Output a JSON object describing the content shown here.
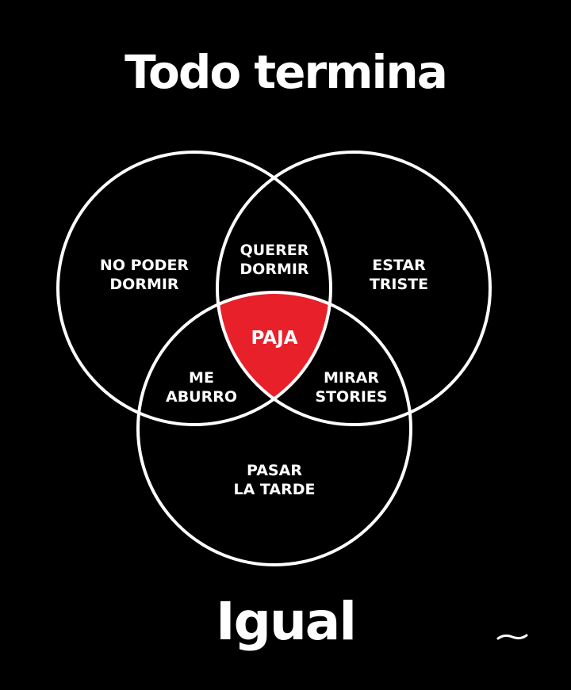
{
  "title": "Todo termina",
  "footer": "Igual",
  "colors": {
    "background": "#000000",
    "stroke": "#ffffff",
    "highlight": "#e8202a"
  },
  "regions": {
    "left_only": [
      "NO PODER",
      "DORMIR"
    ],
    "top_overlap": [
      "QUERER",
      "DORMIR"
    ],
    "right_only": [
      "ESTAR",
      "TRISTE"
    ],
    "center": "PAJA",
    "left_bottom_overlap": [
      "ME",
      "ABURRO"
    ],
    "right_bottom_overlap": [
      "MIRAR",
      "STORIES"
    ],
    "bottom_only": [
      "PASAR",
      "LA TARDE"
    ]
  }
}
